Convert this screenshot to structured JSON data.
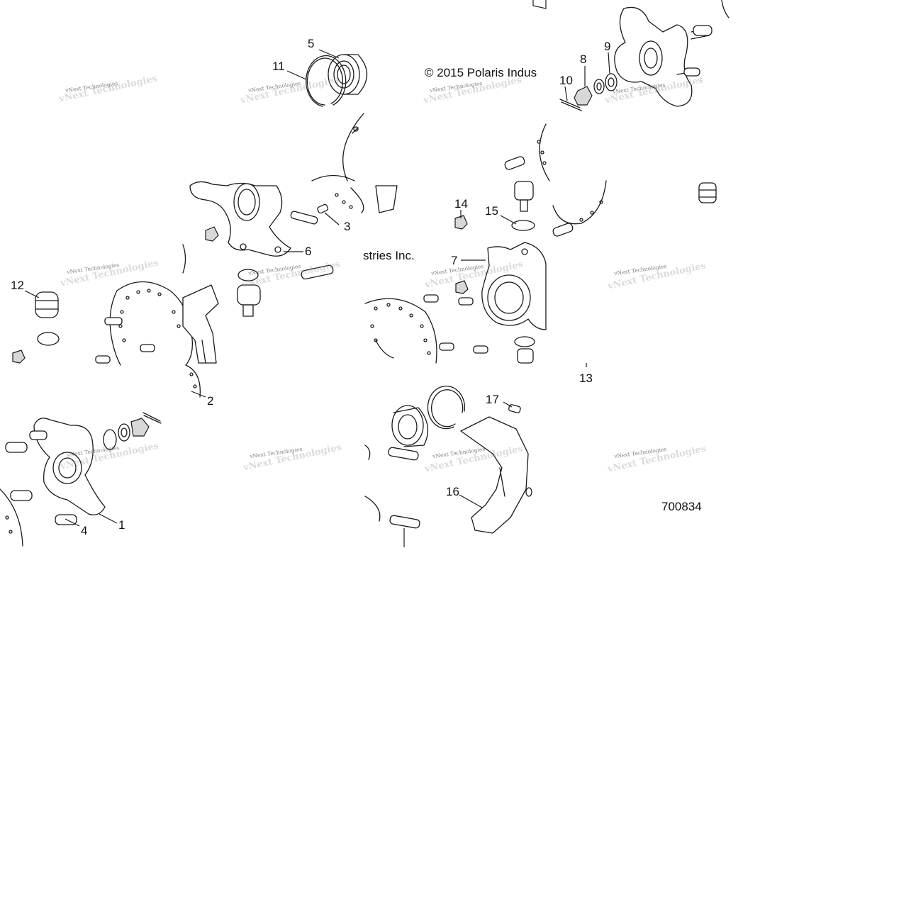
{
  "copyright_line_1": "© 2015 Polaris Indus",
  "copyright_line_2": "stries Inc.",
  "figure_number": "700834",
  "watermark_text": "vNext Technologies",
  "callouts": {
    "c1": "1",
    "c2": "2",
    "c3": "3",
    "c4": "4",
    "c5": "5",
    "c6": "6",
    "c7": "7",
    "c8": "8",
    "c9": "9",
    "c10": "10",
    "c11": "11",
    "c12": "12",
    "c13": "13",
    "c14": "14",
    "c15": "15",
    "c16": "16",
    "c17": "17"
  }
}
